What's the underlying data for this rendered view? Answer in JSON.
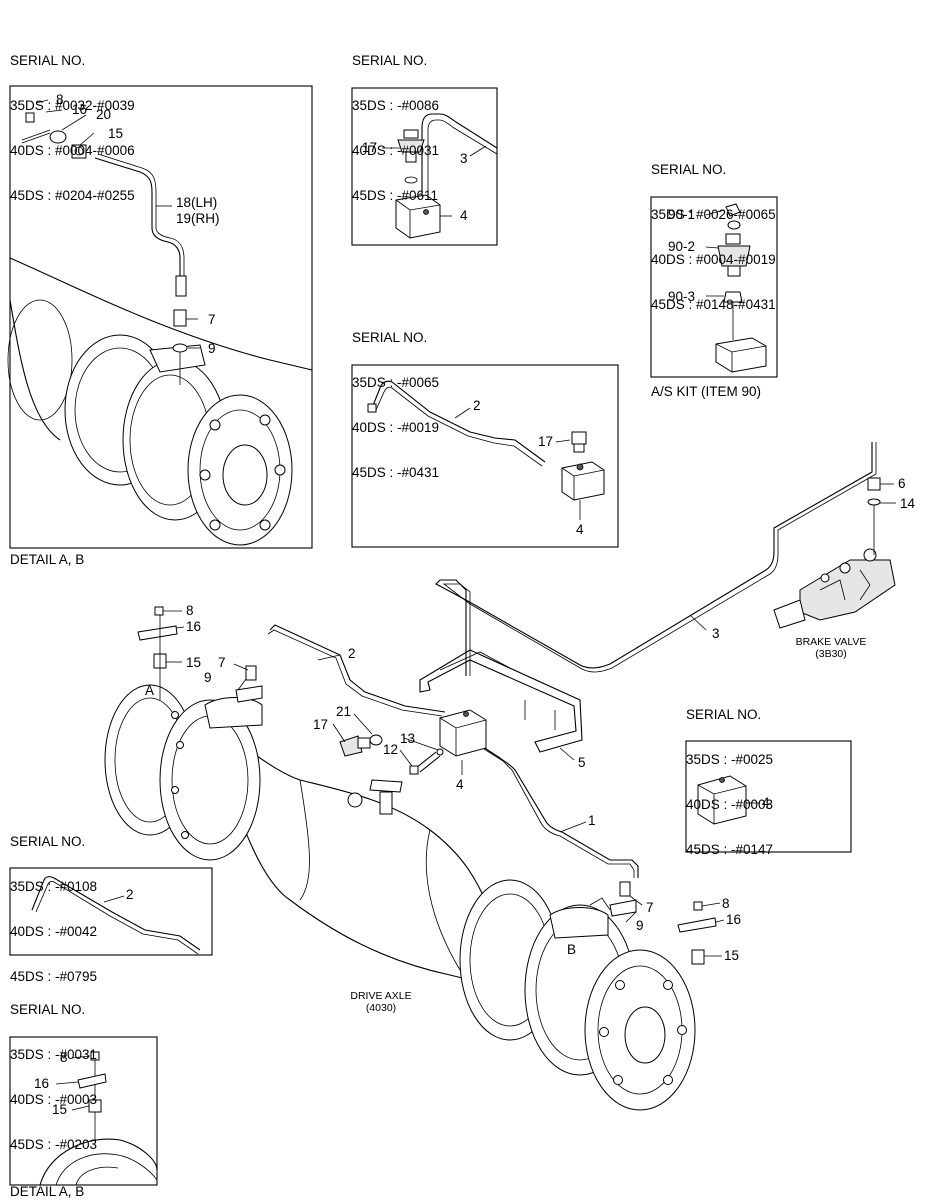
{
  "serial_blocks": {
    "detail_ab_top": {
      "heading": "SERIAL NO.",
      "l1": "35DS : #0032-#0039",
      "l2": "40DS : #0004-#0006",
      "l3": "45DS : #0204-#0255"
    },
    "box_top_middle": {
      "heading": "SERIAL NO.",
      "l1": "35DS : -#0086",
      "l2": "40DS : -#0031",
      "l3": "45DS : -#0611"
    },
    "as_kit": {
      "heading": "SERIAL NO.",
      "l1": "35DS : #0026-#0065",
      "l2": "40DS : #0004-#0019",
      "l3": "45DS : #0148-#0431"
    },
    "box_mid_middle": {
      "heading": "SERIAL NO.",
      "l1": "35DS : -#0065",
      "l2": "40DS : -#0019",
      "l3": "45DS : -#0431"
    },
    "box_right_block": {
      "heading": "SERIAL NO.",
      "l1": "35DS : -#0025",
      "l2": "40DS : -#0003",
      "l3": "45DS : -#0147"
    },
    "box_left_tube": {
      "heading": "SERIAL NO.",
      "l1": "35DS : -#0108",
      "l2": "40DS : -#0042",
      "l3": "45DS : -#0795"
    },
    "detail_ab_bottom": {
      "heading": "SERIAL NO.",
      "l1": "35DS : -#0031",
      "l2": "40DS : -#0003",
      "l3": "45DS : -#0203"
    }
  },
  "captions": {
    "detail_top": "DETAIL A, B",
    "detail_bottom": "DETAIL A, B",
    "as_kit": "A/S KIT (ITEM 90)"
  },
  "assemblies": {
    "brake_valve": "BRAKE VALVE",
    "brake_valve_ref": "(3B30)",
    "drive_axle": "DRIVE AXLE",
    "drive_axle_ref": "(4030)"
  },
  "callouts": {
    "d1_8": "8",
    "d1_16": "16",
    "d1_20": "20",
    "d1_15": "15",
    "d1_18": "18(LH)",
    "d1_19": "19(RH)",
    "d1_7": "7",
    "d1_9": "9",
    "b1_17": "17",
    "b1_3": "3",
    "b1_4": "4",
    "b2_2": "2",
    "b2_17": "17",
    "b2_4": "4",
    "k_901": "90-1",
    "k_902": "90-2",
    "k_903": "90-3",
    "b3_4": "4",
    "b4_2": "2",
    "d2_8": "8",
    "d2_16": "16",
    "d2_15": "15",
    "m_6": "6",
    "m_14": "14",
    "m_3": "3",
    "m_8a": "8",
    "m_16a": "16",
    "m_15a": "15",
    "m_A": "A",
    "m_7a": "7",
    "m_9a": "9",
    "m_2": "2",
    "m_17": "17",
    "m_21": "21",
    "m_13": "13",
    "m_12": "12",
    "m_4": "4",
    "m_5": "5",
    "m_1": "1",
    "m_7b": "7",
    "m_9b": "9",
    "m_B": "B",
    "m_8b": "8",
    "m_16b": "16",
    "m_15b": "15"
  }
}
